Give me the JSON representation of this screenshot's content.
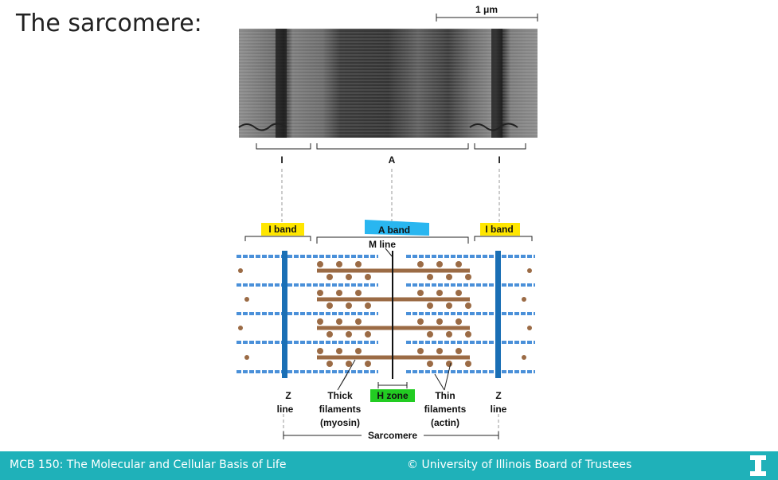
{
  "title": "The sarcomere:",
  "micrograph": {
    "scale_bar": "1 μm",
    "label_i_left": "I",
    "label_a": "A",
    "label_i_right": "I"
  },
  "diagram": {
    "i_band_left": "I band",
    "a_band": "A band",
    "i_band_right": "I band",
    "m_line": "M line",
    "z_line_left": [
      "Z",
      "line"
    ],
    "thick_filaments": [
      "Thick",
      "filaments",
      "(myosin)"
    ],
    "h_zone": "H zone",
    "thin_filaments": [
      "Thin",
      "filaments",
      "(actin)"
    ],
    "z_line_right": [
      "Z",
      "line"
    ],
    "sarcomere": "Sarcomere"
  },
  "colors": {
    "highlight_yellow": "#ffe600",
    "highlight_blue": "#29b6f0",
    "highlight_green": "#22cc22",
    "actin": "#4a90d9",
    "myosin": "#9b6b45",
    "z_disc": "#1a6fb5",
    "footer": "#1fb1b9"
  },
  "footer": {
    "course": "MCB 150: The Molecular and Cellular Basis of Life",
    "copyright": "© University of Illinois Board of Trustees",
    "logo": "I"
  }
}
